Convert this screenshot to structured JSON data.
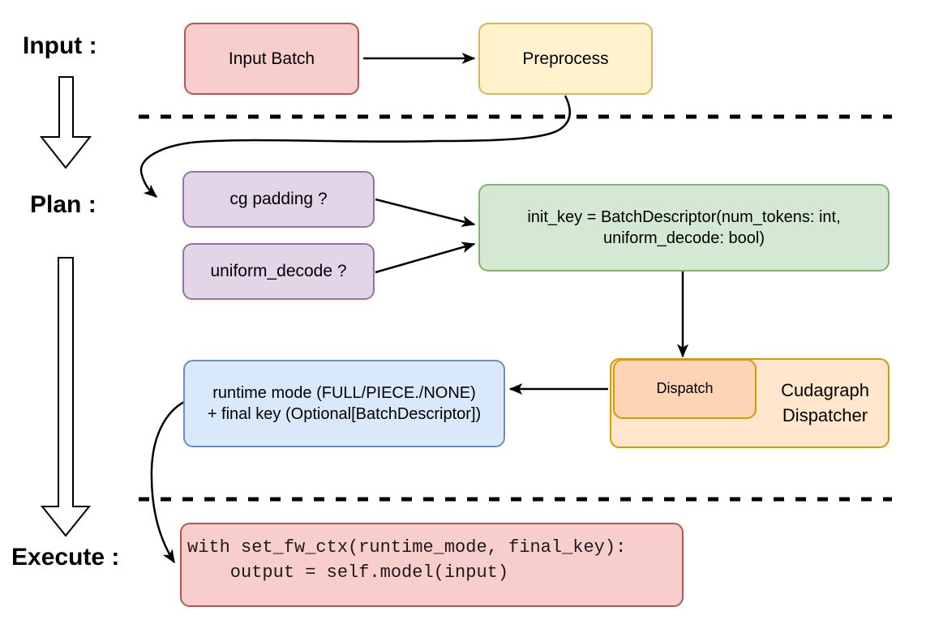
{
  "stage_labels": {
    "input": "Input :",
    "plan": "Plan :",
    "execute": "Execute :"
  },
  "nodes": {
    "input_batch": {
      "label": "Input Batch"
    },
    "preprocess": {
      "label": "Preprocess"
    },
    "cg_padding": {
      "label": "cg padding ?"
    },
    "uniform_decode": {
      "label": "uniform_decode ?"
    },
    "init_key": {
      "line1": "init_key = BatchDescriptor(num_tokens: int,",
      "line2": "uniform_decode: bool)"
    },
    "dispatch": {
      "label": "Dispatch"
    },
    "cudagraph_dispatcher": {
      "line1": "Cudagraph",
      "line2": "Dispatcher"
    },
    "runtime_mode": {
      "line1": "runtime mode (FULL/PIECE./NONE)",
      "line2": "+ final key (Optional[BatchDescriptor])"
    },
    "execute_code": {
      "line1": "with set_fw_ctx(runtime_mode, final_key):",
      "line2": "    output = self.model(input)"
    }
  },
  "colors": {
    "red_fill": "#f8cecc",
    "red_stroke": "#b85450",
    "yellow_fill": "#fff2cc",
    "yellow_stroke": "#d6b656",
    "purple_fill": "#e1d5e7",
    "purple_stroke": "#9673a6",
    "green_fill": "#d5e8d4",
    "green_stroke": "#82b366",
    "blue_fill": "#dae8fc",
    "blue_stroke": "#6c8ebf",
    "orange_fill": "#ffe6cc",
    "orange_stroke": "#d79b00",
    "dispatch_fill": "#fbd5b5",
    "connector_color": "#000000",
    "background": "#ffffff"
  }
}
